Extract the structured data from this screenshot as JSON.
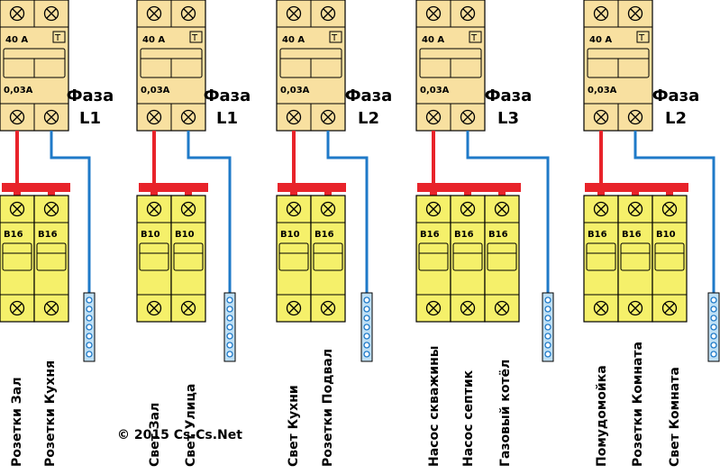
{
  "groups": [
    {
      "rcd": {
        "rating": "40 A",
        "test_symbol": "T",
        "leakage": "0,03A"
      },
      "phase": {
        "word": "Фаза",
        "line": "L1"
      },
      "breakers": [
        {
          "rating": "B16",
          "circuit": "Розетки Зал"
        },
        {
          "rating": "B16",
          "circuit": "Розетки Кухня"
        }
      ]
    },
    {
      "rcd": {
        "rating": "40 A",
        "test_symbol": "T",
        "leakage": "0,03A"
      },
      "phase": {
        "word": "Фаза",
        "line": "L1"
      },
      "breakers": [
        {
          "rating": "B10",
          "circuit": "Свет Зал"
        },
        {
          "rating": "B10",
          "circuit": "Свет Улица"
        }
      ]
    },
    {
      "rcd": {
        "rating": "40 A",
        "test_symbol": "T",
        "leakage": "0,03A"
      },
      "phase": {
        "word": "Фаза",
        "line": "L2"
      },
      "breakers": [
        {
          "rating": "B10",
          "circuit": "Свет Кухни"
        },
        {
          "rating": "B16",
          "circuit": "Розетки Подвал"
        }
      ]
    },
    {
      "rcd": {
        "rating": "40 A",
        "test_symbol": "T",
        "leakage": "0,03A"
      },
      "phase": {
        "word": "Фаза",
        "line": "L3"
      },
      "breakers": [
        {
          "rating": "B16",
          "circuit": "Насос скважины"
        },
        {
          "rating": "B16",
          "circuit": "Насос септик"
        },
        {
          "rating": "B16",
          "circuit": "Газовый котёл"
        }
      ]
    },
    {
      "rcd": {
        "rating": "40 A",
        "test_symbol": "T",
        "leakage": "0,03A"
      },
      "phase": {
        "word": "Фаза",
        "line": "L2"
      },
      "breakers": [
        {
          "rating": "B16",
          "circuit": "Помудомойка"
        },
        {
          "rating": "B16",
          "circuit": "Розетки Комната"
        },
        {
          "rating": "B10",
          "circuit": "Свет Комната"
        }
      ]
    }
  ],
  "copyright": "© 2015 Cs-Cs.Net",
  "colors": {
    "rcd_body": "#f8e0a0",
    "breaker_body": "#f5f06a",
    "phase_wire": "#e8232a",
    "neutral_wire": "#1f7ac8",
    "neutral_bar": "#bfe0f5",
    "outline": "#000000"
  }
}
